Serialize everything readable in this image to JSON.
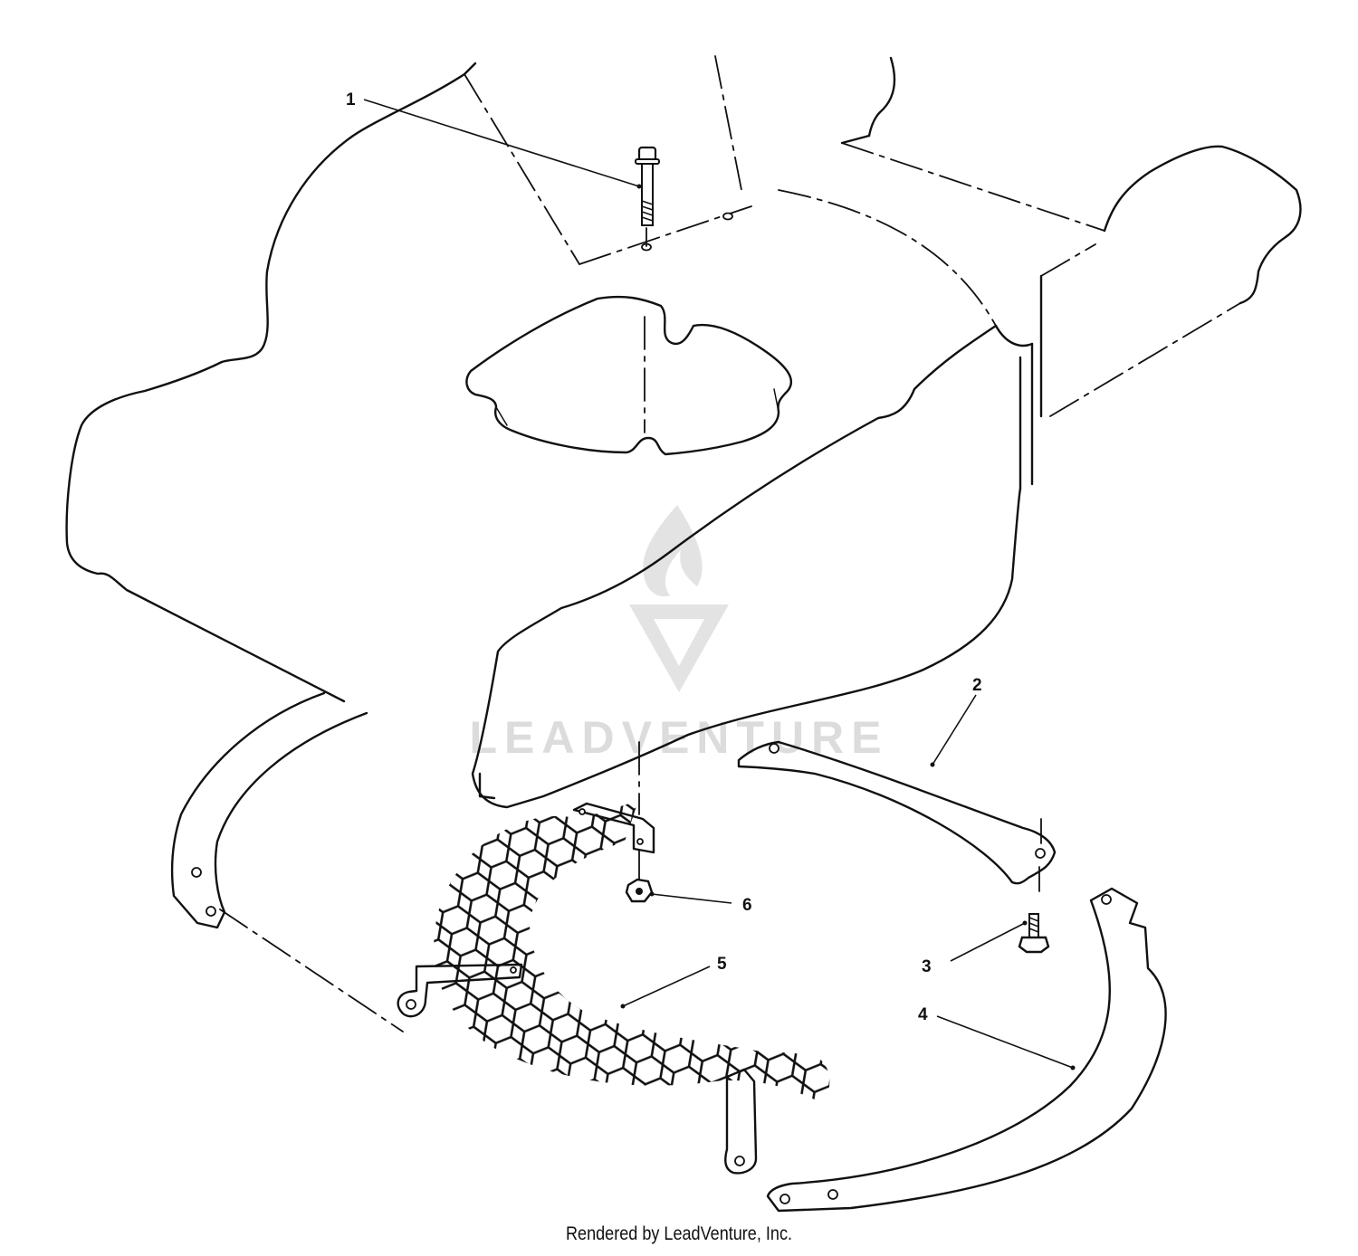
{
  "callouts": [
    {
      "id": "1",
      "label": "1",
      "part": "bolt"
    },
    {
      "id": "2",
      "label": "2",
      "part": "front baffle"
    },
    {
      "id": "3",
      "label": "3",
      "part": "screw"
    },
    {
      "id": "4",
      "label": "4",
      "part": "rear baffle"
    },
    {
      "id": "5",
      "label": "5",
      "part": "mesh screen"
    },
    {
      "id": "6",
      "label": "6",
      "part": "nut"
    }
  ],
  "watermark": {
    "text": "LEADVENTURE"
  },
  "footer": {
    "text": "Rendered by LeadVenture, Inc."
  }
}
